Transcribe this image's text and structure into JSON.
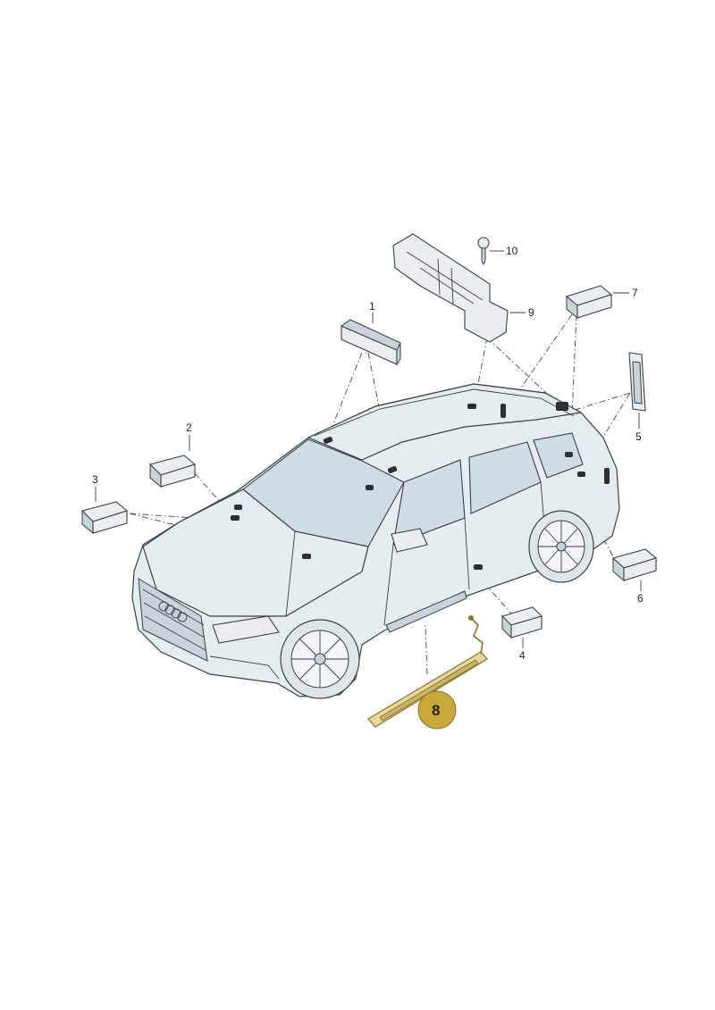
{
  "diagram": {
    "callouts": [
      {
        "id": "1",
        "text": "1"
      },
      {
        "id": "2",
        "text": "2"
      },
      {
        "id": "3",
        "text": "3"
      },
      {
        "id": "4",
        "text": "4"
      },
      {
        "id": "5",
        "text": "5"
      },
      {
        "id": "6",
        "text": "6"
      },
      {
        "id": "7",
        "text": "7"
      },
      {
        "id": "9",
        "text": "9"
      },
      {
        "id": "10",
        "text": "10"
      }
    ],
    "highlight_badge": {
      "text": "8",
      "color": "#c9a83a"
    }
  }
}
